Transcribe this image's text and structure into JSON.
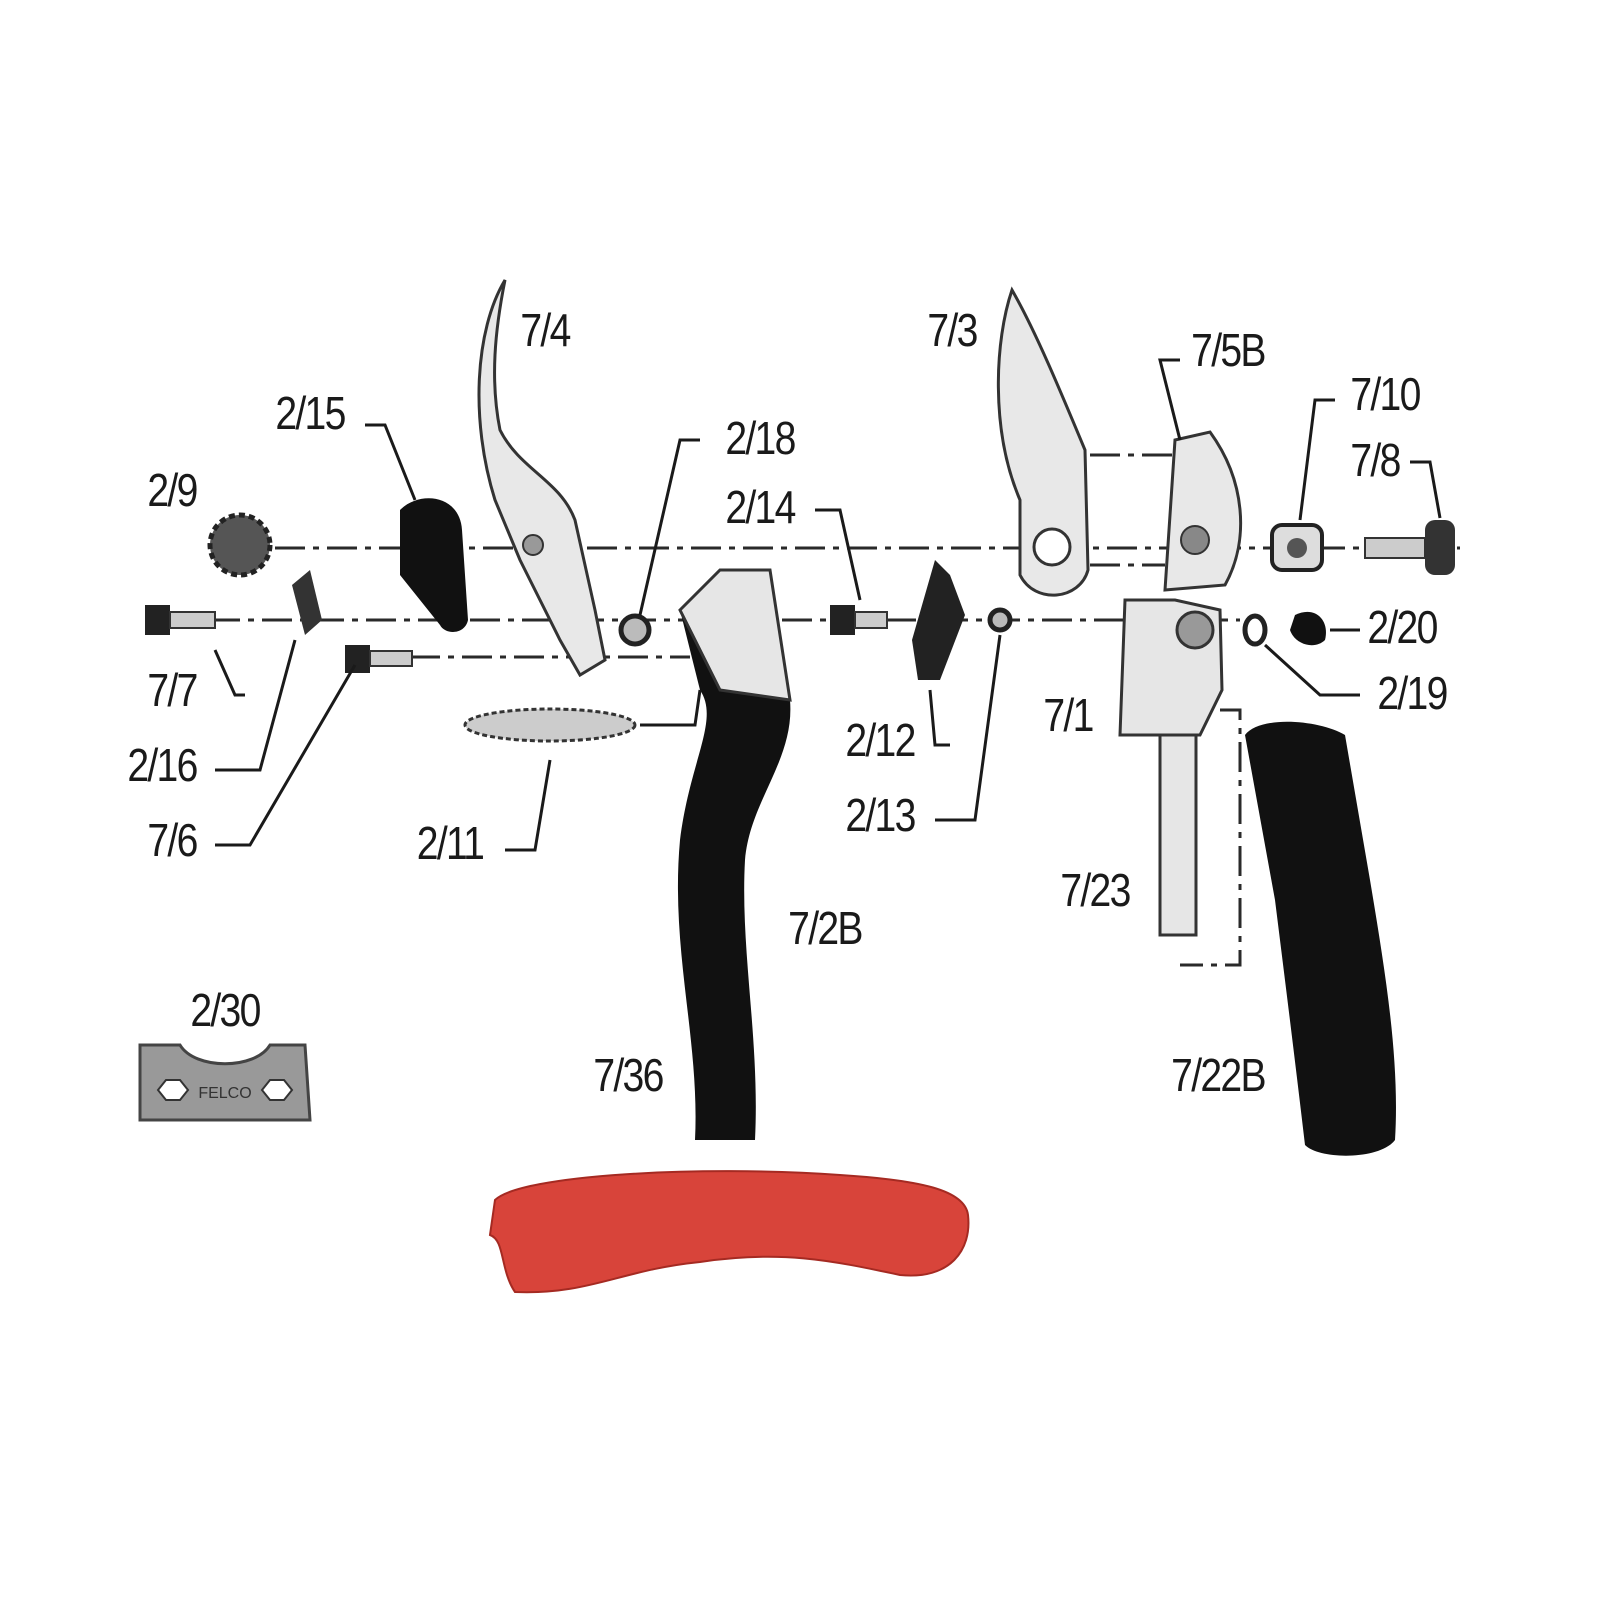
{
  "title": "Pruning shears exploded parts diagram",
  "brand_mark": "FELCO",
  "colors": {
    "grip": "#d8443a",
    "handle": "#111111",
    "metal": "#e6e6e6",
    "line": "#2a2a2a"
  },
  "labels": {
    "p7_4": "7/4",
    "p2_15": "2/15",
    "p2_9": "2/9",
    "p2_18": "2/18",
    "p2_14": "2/14",
    "p7_7": "7/7",
    "p2_16": "2/16",
    "p7_6": "7/6",
    "p2_11": "2/11",
    "p7_2B": "7/2B",
    "p7_36": "7/36",
    "p2_30": "2/30",
    "p7_3": "7/3",
    "p7_5B": "7/5B",
    "p7_10": "7/10",
    "p7_8": "7/8",
    "p2_20": "2/20",
    "p2_19": "2/19",
    "p7_1": "7/1",
    "p2_12": "2/12",
    "p2_13": "2/13",
    "p7_23": "7/23",
    "p7_22B": "7/22B"
  }
}
